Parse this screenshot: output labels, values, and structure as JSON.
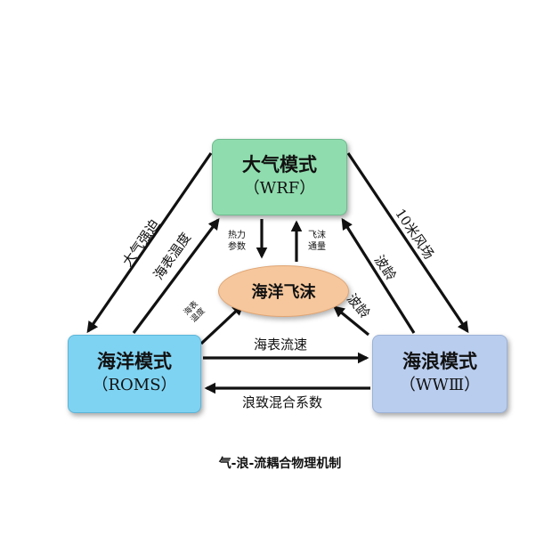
{
  "nodes": {
    "atmosphere": {
      "title": "大气模式",
      "subtitle": "（WRF）"
    },
    "ocean": {
      "title": "海洋模式",
      "subtitle": "（ROMS）"
    },
    "wave": {
      "title": "海浪模式",
      "subtitle": "（WWⅢ）"
    },
    "spray": {
      "title": "海洋飞沫"
    }
  },
  "edges": {
    "atm_to_ocean": "大气强迫",
    "ocean_to_atm": "海表温度",
    "atm_to_wave": "10米风场",
    "wave_to_atm": "波龄",
    "ocean_to_wave": "海表流速",
    "wave_to_ocean": "浪致混合系数",
    "atm_to_spray_l1": "热力",
    "atm_to_spray_l2": "参数",
    "spray_to_atm_l1": "飞沫",
    "spray_to_atm_l2": "通量",
    "ocean_to_spray_l1": "海表",
    "ocean_to_spray_l2": "温度",
    "wave_to_spray": "波龄"
  },
  "caption": "气-浪-流耦合物理机制",
  "colors": {
    "atmosphere": "#8fdcae",
    "ocean": "#7fd3f2",
    "wave": "#b9cdee",
    "spray": "#f6c79c",
    "arrow": "#111111"
  }
}
